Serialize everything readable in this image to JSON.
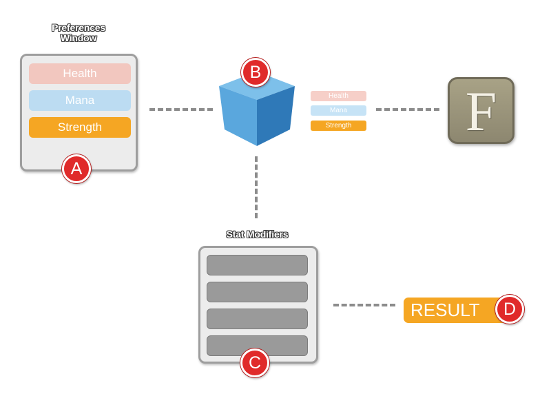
{
  "preferences": {
    "caption_line1": "Preferences",
    "caption_line2": "Window",
    "items": [
      {
        "label": "Health",
        "color": "#f2c7bf"
      },
      {
        "label": "Mana",
        "color": "#bcdcf2"
      },
      {
        "label": "Strength",
        "color": "#f5a623"
      }
    ]
  },
  "mini_labels": [
    {
      "label": "Health",
      "color": "#f6cfc8"
    },
    {
      "label": "Mana",
      "color": "#c6e3f6"
    },
    {
      "label": "Strength",
      "color": "#f5a623"
    }
  ],
  "stat_modifiers": {
    "caption": "Stat Modifiers",
    "slot_count": 4
  },
  "result": {
    "label": "RESULT"
  },
  "app_icon": {
    "letter": "F",
    "icon": "font-app-icon"
  },
  "cube": {
    "icon": "cube-icon",
    "colors": [
      "#7dc0ea",
      "#5aa7dd",
      "#2f79b8"
    ]
  },
  "markers": {
    "a": "A",
    "b": "B",
    "c": "C",
    "d": "D"
  }
}
